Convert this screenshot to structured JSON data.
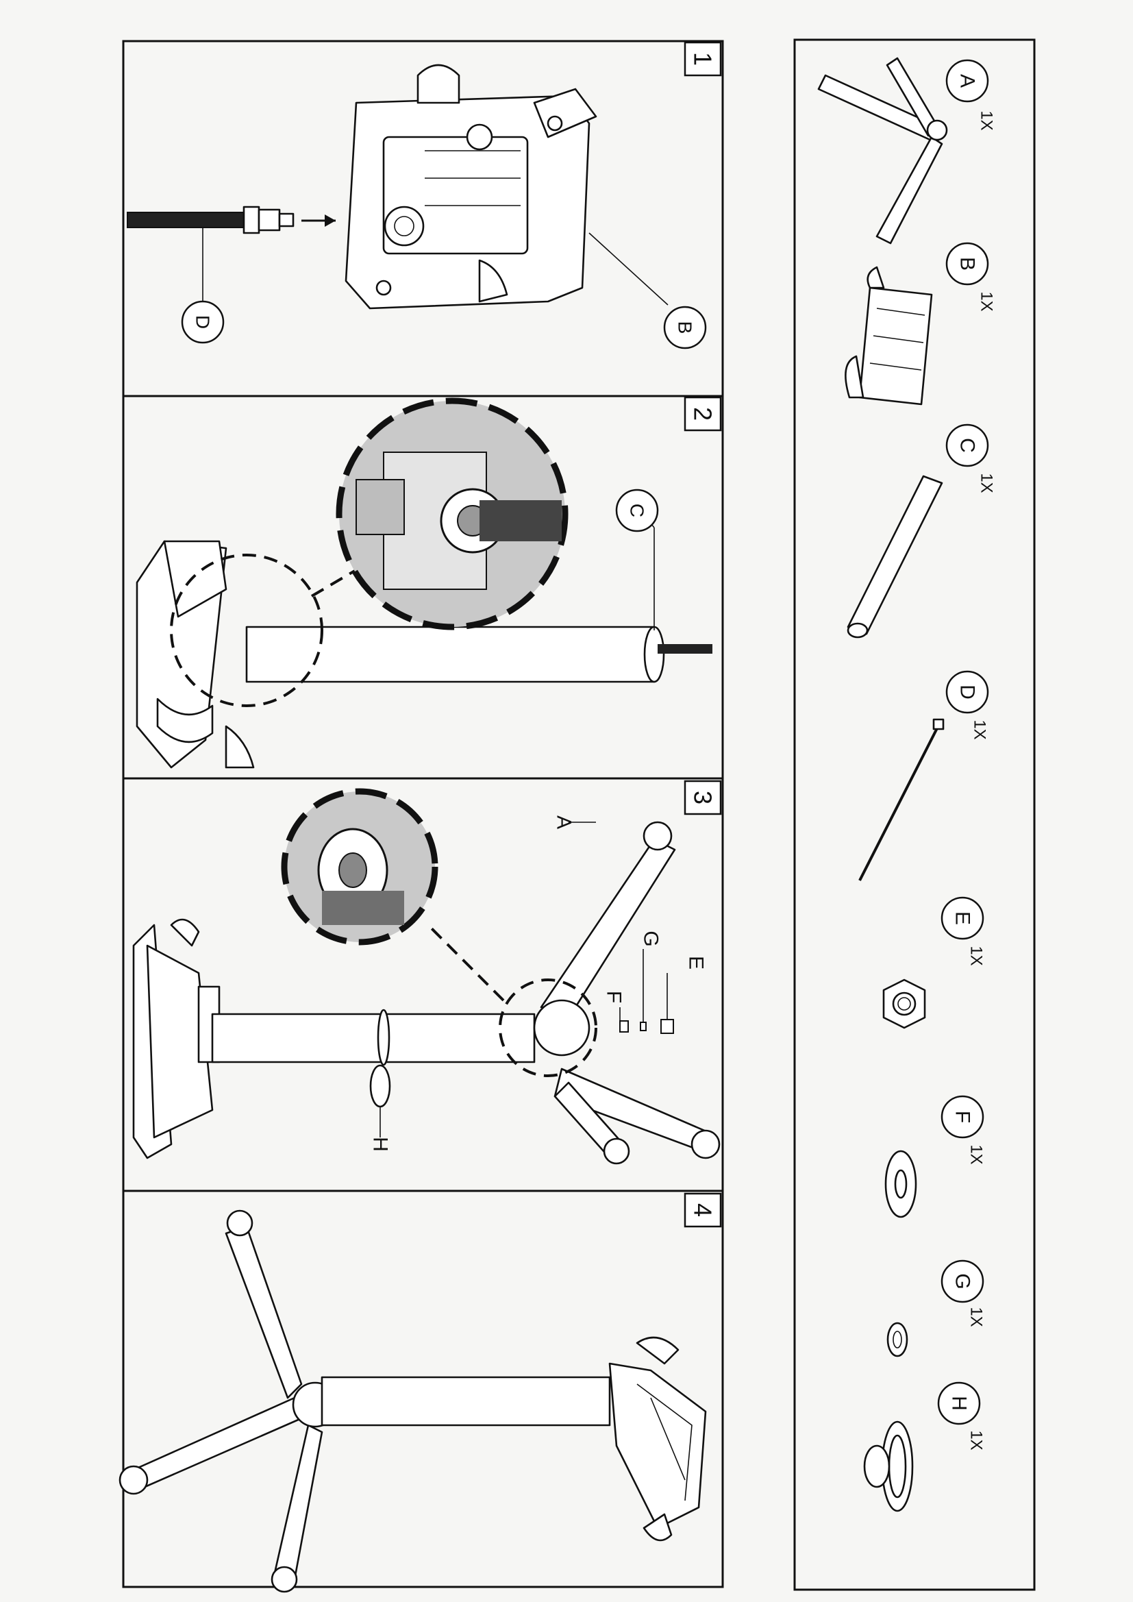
{
  "steps": [
    {
      "number": "1",
      "labels": [
        "D",
        "B"
      ]
    },
    {
      "number": "2",
      "labels": [
        "C"
      ]
    },
    {
      "number": "3",
      "labels": [
        "A",
        "G",
        "F",
        "E",
        "H"
      ]
    },
    {
      "number": "4",
      "labels": []
    }
  ],
  "parts": [
    {
      "letter": "A",
      "qty": "1X"
    },
    {
      "letter": "B",
      "qty": "1X"
    },
    {
      "letter": "C",
      "qty": "1X"
    },
    {
      "letter": "D",
      "qty": "1X"
    },
    {
      "letter": "E",
      "qty": "1X"
    },
    {
      "letter": "F",
      "qty": "1X"
    },
    {
      "letter": "G",
      "qty": "1X"
    },
    {
      "letter": "H",
      "qty": "1X"
    }
  ]
}
